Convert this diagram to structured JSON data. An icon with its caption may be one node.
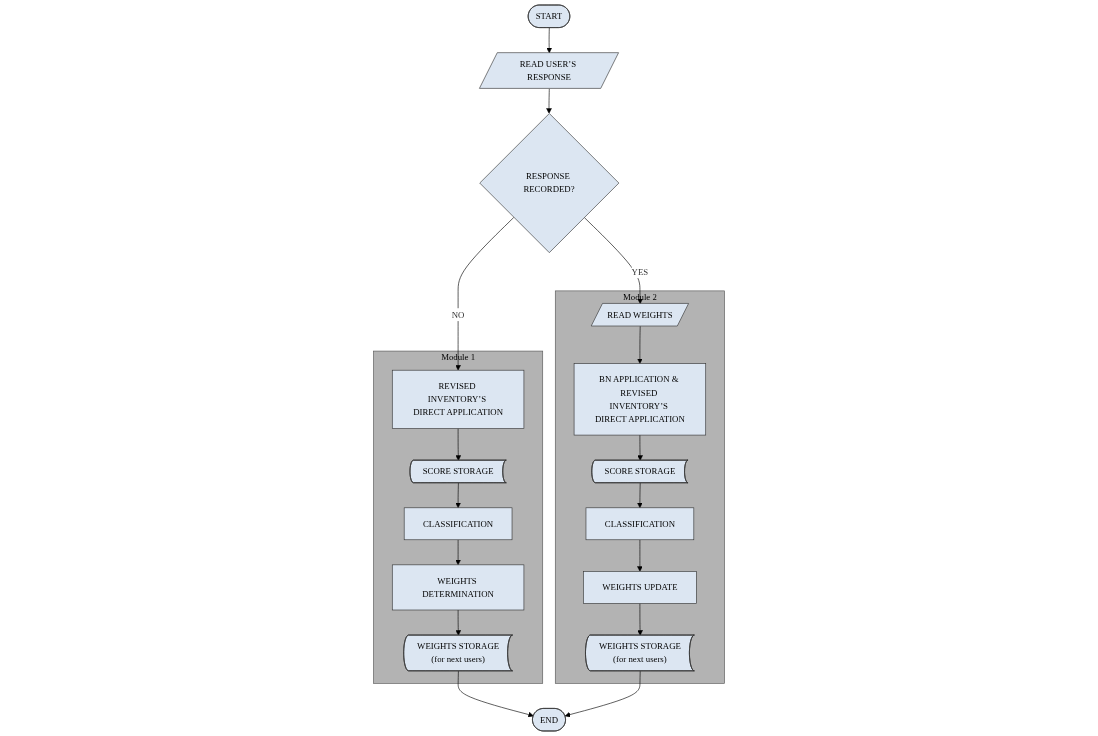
{
  "diagram": {
    "nodes": [
      {
        "text": [
          "START"
        ]
      },
      {
        "text": [
          "READ USER’S RESPONSE"
        ]
      },
      {
        "text": [
          "RESPONSE RECORDED?"
        ]
      },
      {
        "text": [
          "Module 1"
        ]
      },
      {
        "text": [
          "REVISED INVENTORY’S DIRECT APPLICATION"
        ],
        "in": 3
      },
      {
        "text": [
          "SCORE STORAGE"
        ],
        "in": 3
      },
      {
        "text": [
          "CLASSIFICATION"
        ],
        "in": 3
      },
      {
        "text": [
          "WEIGHTS DETERMINATION"
        ],
        "in": 3
      },
      {
        "text": [
          "WEIGHTS STORAGE",
          "(for next users)"
        ],
        "in": 3
      },
      {
        "text": [
          "Module 2"
        ]
      },
      {
        "text": [
          "READ WEIGHTS"
        ],
        "in": 9
      },
      {
        "text": [
          "BN APPLICATION & REVISED INVENTORY’S DIRECT APPLICATION"
        ],
        "in": 9
      },
      {
        "text": [
          "SCORE STORAGE"
        ],
        "in": 9
      },
      {
        "text": [
          "CLASSIFICATION"
        ],
        "in": 9
      },
      {
        "text": [
          "WEIGHTS UPDATE"
        ],
        "in": 9
      },
      {
        "text": [
          "WEIGHTS STORAGE",
          "(for next users)"
        ],
        "in": 9
      },
      {
        "text": [
          "END"
        ]
      }
    ],
    "edges": [
      {
        "from": 0,
        "to": 1,
        "arrow": "to"
      },
      {
        "from": 1,
        "to": 2,
        "arrow": "to"
      },
      {
        "from": 2,
        "to": 4,
        "arrow": "to",
        "label": "NO"
      },
      {
        "from": 4,
        "to": 5,
        "arrow": "to"
      },
      {
        "from": 5,
        "to": 6,
        "arrow": "to"
      },
      {
        "from": 6,
        "to": 7,
        "arrow": "to"
      },
      {
        "from": 7,
        "to": 8,
        "arrow": "to"
      },
      {
        "from": 8,
        "to": 16,
        "arrow": "to"
      },
      {
        "from": 2,
        "to": 10,
        "arrow": "to",
        "label": "YES"
      },
      {
        "from": 10,
        "to": 11,
        "arrow": "to"
      },
      {
        "from": 11,
        "to": 12,
        "arrow": "to"
      },
      {
        "from": 12,
        "to": 13,
        "arrow": "to"
      },
      {
        "from": 13,
        "to": 14,
        "arrow": "to"
      },
      {
        "from": 14,
        "to": 15,
        "arrow": "to"
      },
      {
        "from": 15,
        "to": 16,
        "arrow": "to"
      }
    ]
  }
}
